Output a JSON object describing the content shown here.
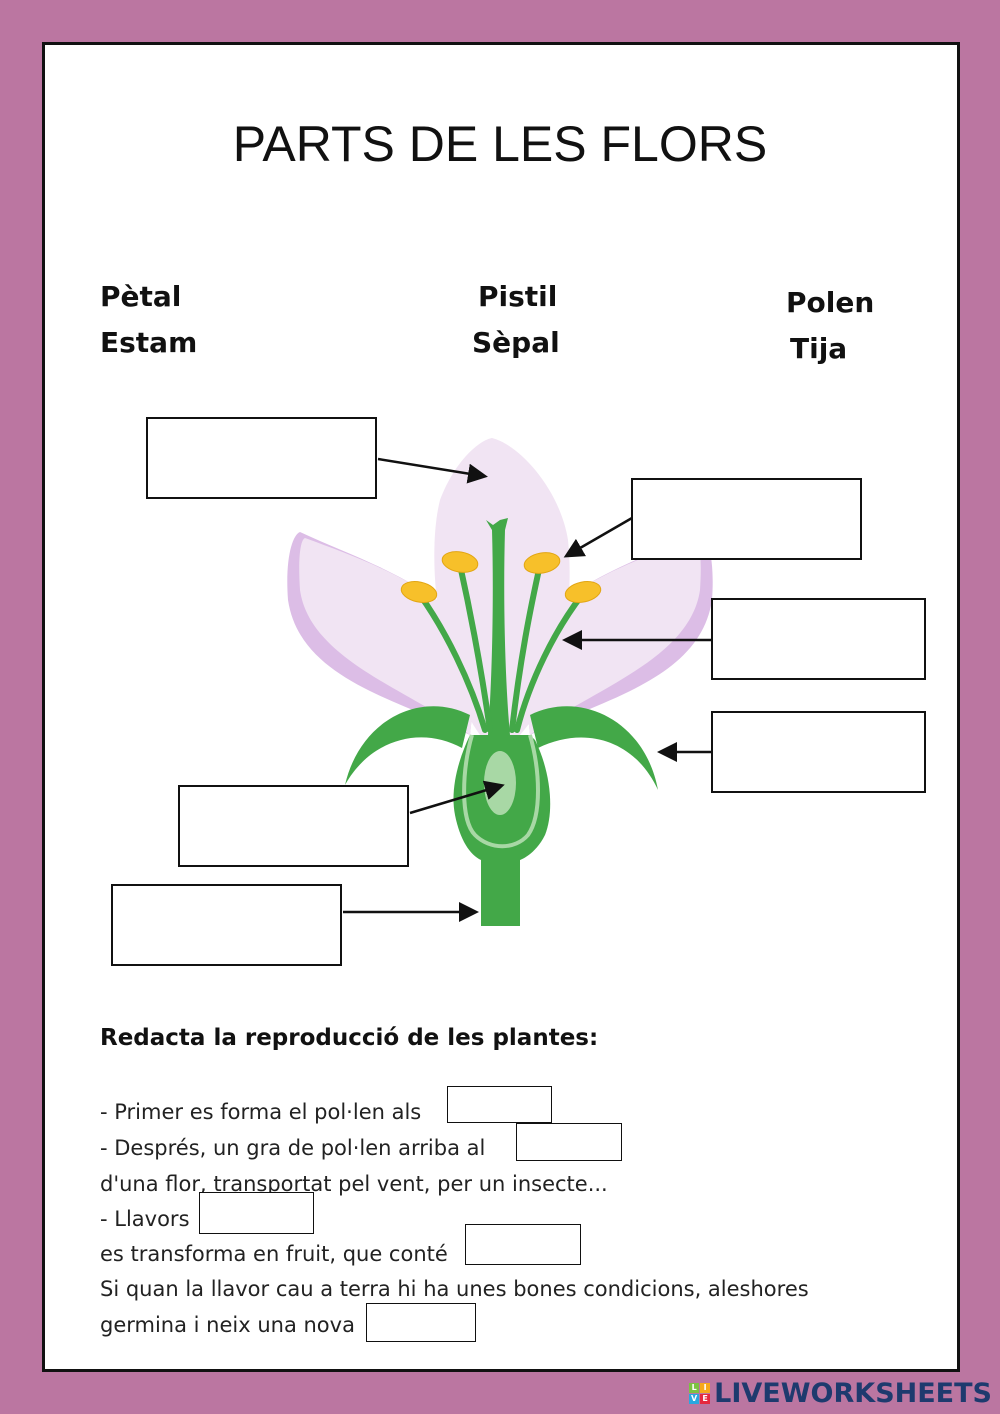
{
  "title": "PARTS DE LES FLORS",
  "word_bank": [
    "Pètal",
    "Estam",
    "Pistil",
    "Sèpal",
    "Polen",
    "Tija"
  ],
  "section_heading": "Redacta la reproducció de les plantes:",
  "lines": [
    "- Primer es forma el pol·len als",
    "- Després, un gra de pol·len arriba al",
    "d'una flor, transportat pel vent, per un insecte...",
    "- Llavors",
    "es transforma en fruit, que conté",
    "Si quan la llavor cau a terra hi ha unes bones condicions, aleshores",
    "germina i neix una nova"
  ],
  "colors": {
    "background": "#bb76a1",
    "petal": "#f1e4f3",
    "petal_shadow": "#dcbde6",
    "green": "#43a848",
    "light_green": "#a8d8a5",
    "anther": "#f7c02a"
  },
  "logo": {
    "text": "LIVEWORKSHEETS",
    "tiles": [
      "L",
      "I",
      "V",
      "E"
    ]
  }
}
